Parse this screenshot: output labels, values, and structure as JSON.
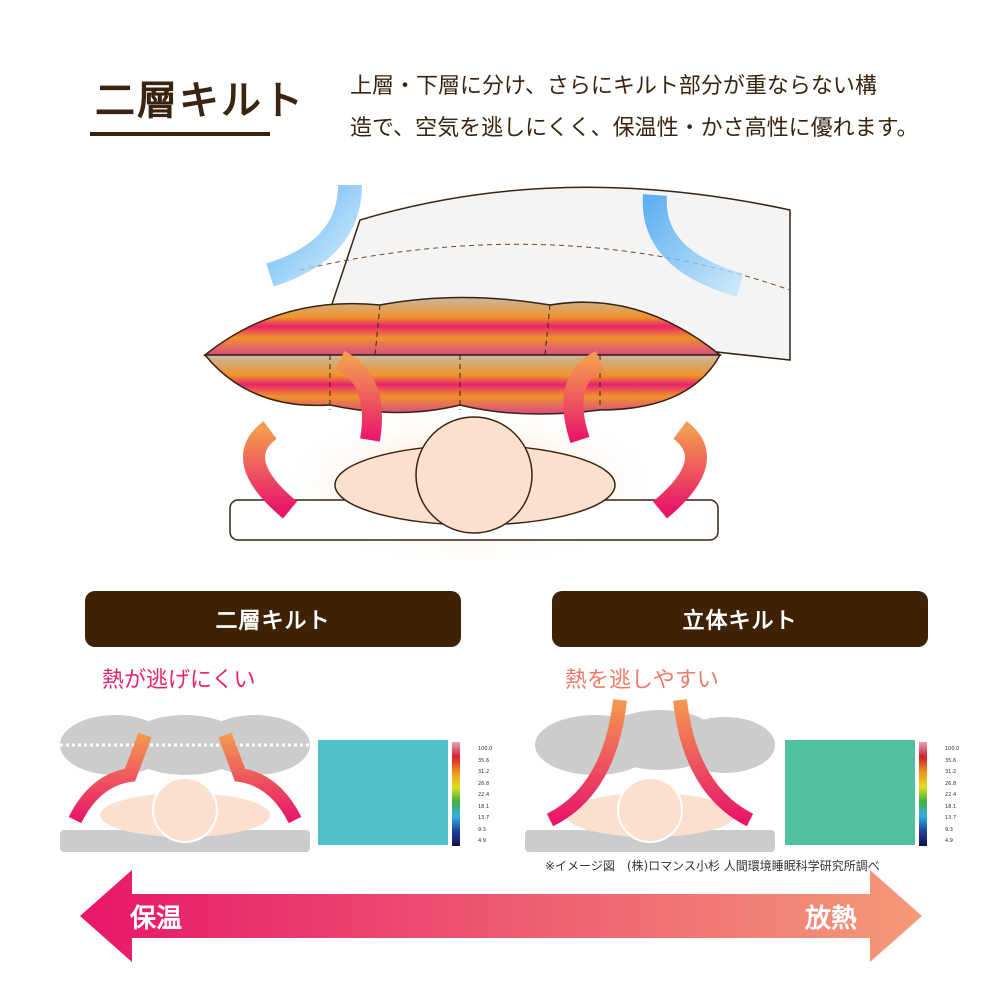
{
  "header": {
    "title": "二層キルト",
    "description_lines": [
      "上層・下層に分け、さらにキルト部分が重ならない構",
      "造で、空気を逃しにくく、保温性・かさ高性に優れます。"
    ]
  },
  "comparison": [
    {
      "label": "二層キルト",
      "note": "熱が逃げにくい",
      "note_color": "#e8246e",
      "scale": [
        "100.0",
        "35.6",
        "31.2",
        "26.8",
        "22.4",
        "18.1",
        "13.7",
        "9.3",
        "4.9"
      ]
    },
    {
      "label": "立体キルト",
      "note": "熱を逃しやすい",
      "note_color": "#f07a6a",
      "scale": [
        "100.0",
        "35.6",
        "31.2",
        "26.8",
        "22.4",
        "18.1",
        "13.7",
        "9.3",
        "4.9"
      ]
    }
  ],
  "caption": "※イメージ図　(株)ロマンス小杉 人間環境睡眠科学研究所調べ",
  "scale_bar": {
    "left": "保温",
    "right": "放熱",
    "left_color": "#e8166a",
    "right_color": "#f49a78"
  }
}
